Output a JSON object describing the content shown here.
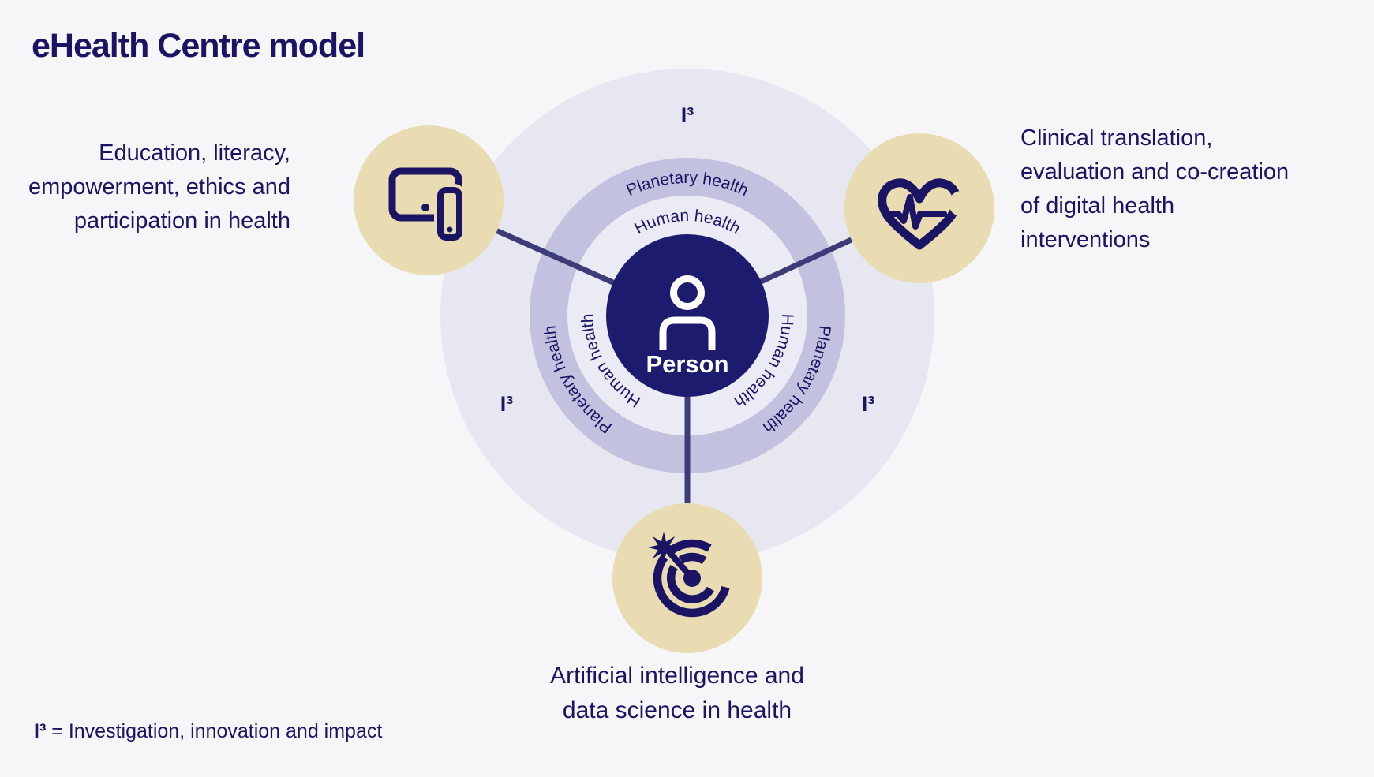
{
  "title": "eHealth Centre model",
  "center": {
    "label": "Person",
    "icon": "person-icon"
  },
  "rings": {
    "inner_label": "Human health",
    "middle_label": "Planetary health",
    "outer_label": "I³"
  },
  "satellites": {
    "education": {
      "icon": "tablet-phone-icon",
      "lines": [
        "Education, literacy,",
        "empowerment, ethics and",
        "participation in health"
      ]
    },
    "clinical": {
      "icon": "heart-pulse-icon",
      "lines": [
        "Clinical translation,",
        "evaluation and co-creation",
        "of digital health",
        "interventions"
      ]
    },
    "ai": {
      "icon": "target-arrow-icon",
      "lines": [
        "Artificial intelligence and",
        "data science in health"
      ]
    }
  },
  "footnote": {
    "symbol": "I³",
    "text": "= Investigation, innovation and impact"
  },
  "colors": {
    "background": "#f6f6f8",
    "navy_text": "#1b1464",
    "center_circle": "#1c1b6e",
    "connector_line": "#3c3c78",
    "satellite_fill": "#e9dcb2",
    "outer_ring": "#e7e7f2",
    "planetary_ring": "#c2c2e0",
    "human_ring": "#ebebf6",
    "person_label": "#ffffff"
  }
}
